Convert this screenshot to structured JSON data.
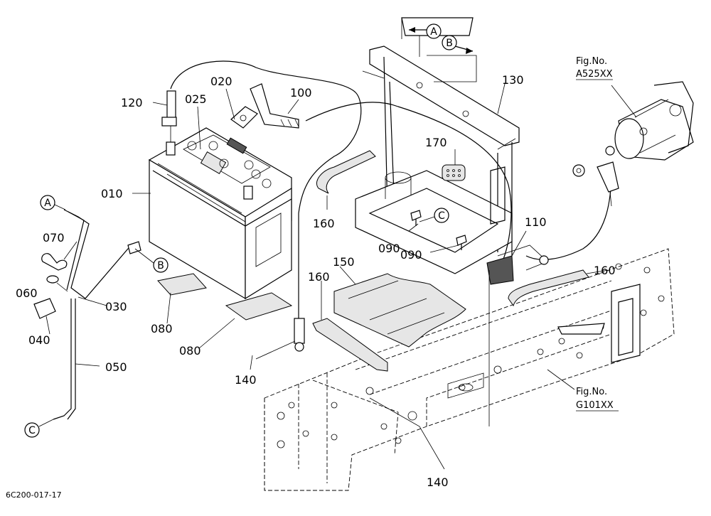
{
  "part_labels": {
    "p010": "010",
    "p020": "020",
    "p025": "025",
    "p030": "030",
    "p040": "040",
    "p050": "050",
    "p060": "060",
    "p070": "070",
    "p080a": "080",
    "p080b": "080",
    "p090a": "090",
    "p090b": "090",
    "p100": "100",
    "p110": "110",
    "p120": "120",
    "p130": "130",
    "p140a": "140",
    "p140b": "140",
    "p150": "150",
    "p160a": "160",
    "p160b": "160",
    "p160c": "160",
    "p170": "170"
  },
  "reference_markers": {
    "a_top": "A",
    "b_top": "B",
    "a_left": "A",
    "b_left": "B",
    "c_left": "C",
    "c_mid": "C"
  },
  "figure_refs": {
    "starter_prefix": "Fig.No.",
    "starter_code": "A525XX",
    "frame_prefix": "Fig.No.",
    "frame_code": "G101XX"
  },
  "drawing_code": "6C200-017-17"
}
